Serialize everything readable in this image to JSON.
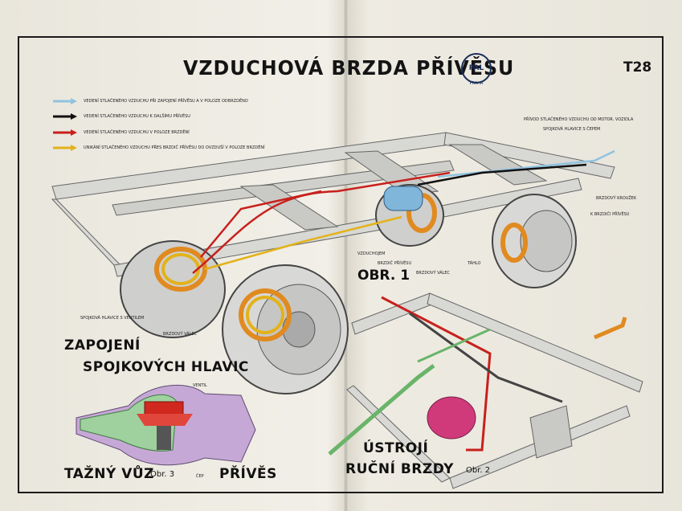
{
  "poster": {
    "title": "VZDUCHOVÁ BRZDA PŘÍVĚSU",
    "code": "T28",
    "logo_text": "PAL",
    "logo_sub": "PRAHA"
  },
  "legend": [
    {
      "color": "#8fc3e0",
      "text": "VEDENÍ STLAČENÉHO VZDUCHU PŘI ZAPOJENÍ PŘÍVĚSU A V POLOZE ODBRZDĚNO"
    },
    {
      "color": "#111111",
      "text": "VEDENÍ STLAČENÉHO VZDUCHU K DALŠÍMU PŘÍVĚSU"
    },
    {
      "color": "#c8201c",
      "text": "VEDENÍ STLAČENÉHO VZDUCHU V POLOZE BRZDĚNÍ"
    },
    {
      "color": "#e3b21a",
      "text": "UNIKÁNÍ STLAČENÉHO VZDUCHU PŘES BRZDIČ PŘÍVĚSU DO OVZDUŠÍ V POLOZE BRZDĚNÍ"
    }
  ],
  "labels": {
    "privod": "PŘÍVOD STLAČENÉHO VZDUCHU OD MOTOR. VOZIDLA",
    "spojkova_cep": "SPOJKOVÁ HLAVICE S ČEPEM",
    "brzdovy_kotouc": "BRZDOVÝ KROUŽEK",
    "k_brzdici": "K BRZDIČI PŘÍVĚSU",
    "vzduchojem": "VZDUCHOJEM",
    "brzdic": "BRZDIČ PŘÍVĚSU",
    "tahlo": "TÁHLO",
    "brzdovy_valec_1": "BRZDOVÝ VÁLEC",
    "spojkova_ventil": "SPOJKOVÁ HLAVICE S VENTILEM",
    "brzdovy_valec_2": "BRZDOVÝ VÁLEC",
    "ventil": "VENTIL",
    "cep": "ČEP"
  },
  "headings": {
    "obr1": "OBR. 1",
    "zapojeni_1": "ZAPOJENÍ",
    "zapojeni_2": "SPOJKOVÝCH HLAVIC",
    "tazny": "TAŽNÝ VŮZ",
    "obr3": "Obr. 3",
    "prives": "PŘÍVĚS",
    "ustroji_1": "ÚSTROJÍ",
    "ustroji_2": "RUČNÍ BRZDY",
    "obr2": "Obr. 2"
  }
}
